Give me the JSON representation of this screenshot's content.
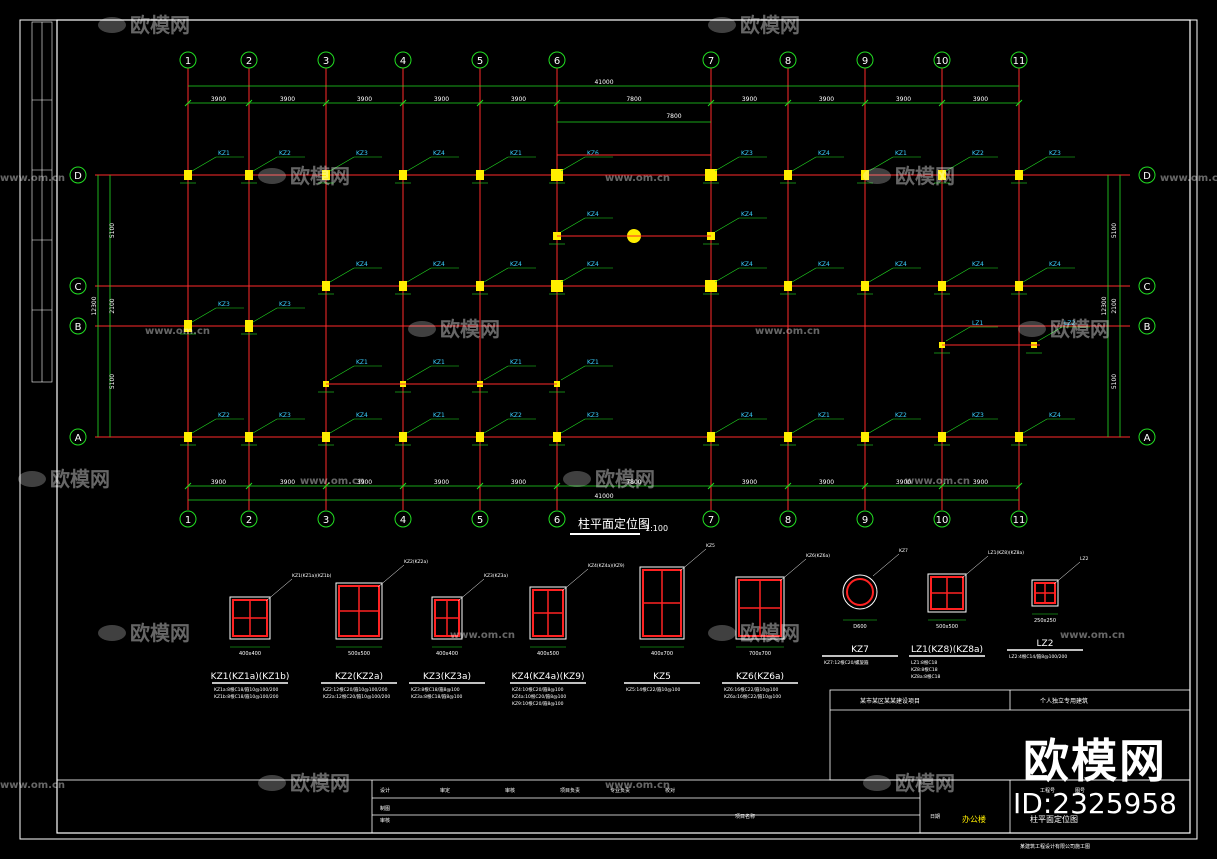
{
  "plan": {
    "title": "柱平面定位图",
    "scale": "1:100",
    "axes_x": [
      "1",
      "2",
      "3",
      "4",
      "5",
      "6",
      "7",
      "8",
      "9",
      "10",
      "11"
    ],
    "axes_y": [
      "D",
      "C",
      "B",
      "A"
    ],
    "overall_dim": "41000",
    "top_dims": [
      "3900",
      "3900",
      "3900",
      "3900",
      "3900",
      "7800",
      "3900",
      "3900",
      "3900",
      "3900"
    ],
    "bottom_dims": [
      "3900",
      "3900",
      "3900",
      "3900",
      "3900",
      "7800",
      "3900",
      "3900",
      "3900",
      "3900"
    ],
    "inner_dim": "7800",
    "left_dims": [
      "5100",
      "2100",
      "5100"
    ],
    "total_side_dim": "12300"
  },
  "columns": [
    {
      "label": "KZ1",
      "size": "400x400",
      "note": "KZ1(KZ1a)(KZ1b)",
      "spec": [
        "KZ1a:8根C18/箍10@100/200",
        "KZ1b:8根C18/箍10@100/200"
      ]
    },
    {
      "label": "KZ2",
      "size": "500x500",
      "note": "KZ2(KZ2a)",
      "spec": [
        "KZ2:12根C20/箍10@100/200",
        "KZ2a:12根C20/箍10@100/200"
      ]
    },
    {
      "label": "KZ3",
      "size": "400x400",
      "note": "KZ3(KZ3a)",
      "spec": [
        "KZ3:8根C18/箍8@100",
        "KZ3a:8根C18/箍8@100"
      ]
    },
    {
      "label": "KZ4",
      "size": "400x500",
      "note": "KZ4(KZ4a)(KZ9)",
      "spec": [
        "KZ4:10根C20/箍8@100",
        "KZ4a:10根C20/箍8@100",
        "KZ9:10根C20/箍8@100"
      ]
    },
    {
      "label": "KZ5",
      "size": "400x700",
      "note": "KZ5",
      "spec": [
        "KZ5:14根C22/箍10@100"
      ]
    },
    {
      "label": "KZ6",
      "size": "700x700",
      "note": "KZ6(KZ6a)",
      "spec": [
        "KZ6:16根C22/箍10@100",
        "KZ6a:16根C22/箍10@100"
      ]
    },
    {
      "label": "KZ7",
      "size": "D600",
      "note": "KZ7",
      "spec": [
        "KZ7:12根C20/螺旋箍"
      ]
    },
    {
      "label": "LZ1",
      "size": "500x500",
      "note": "LZ1(KZ8)(KZ8a)",
      "spec": [
        "LZ1:8根C18",
        "KZ8:8根C18",
        "KZ8a:8根C18"
      ]
    },
    {
      "label": "LZ2",
      "size": "250x250",
      "note": "LZ2",
      "spec": [
        "LZ2:4根C14/箍8@100/200"
      ]
    }
  ],
  "title_block": {
    "designer_row": [
      "设计",
      "审定",
      "审核",
      "项目负责",
      "专业负责",
      "校对"
    ],
    "check_row": [
      "制图",
      "审核"
    ],
    "proj_label": "项目名称",
    "drawing_title": "柱平面定位图",
    "building": "办公楼",
    "footer": "某建筑工程设计有限公司施工图",
    "header_left": "某市某区某某建设项目",
    "header_right": "个人独立专用建筑",
    "date_label": "日期",
    "stage_label": "工程号",
    "page_label": "图号"
  },
  "watermark": {
    "cn": "欧模网",
    "url": "www.om.cn"
  },
  "brand": {
    "logo": "欧模网",
    "id": "ID:2325958"
  },
  "colors": {
    "grid": "#ff2a2a",
    "dim": "#22dd22",
    "column": "#ffee00",
    "label": "#3ad0ff",
    "frame": "#ffffff",
    "rebar": "#ff2222"
  }
}
